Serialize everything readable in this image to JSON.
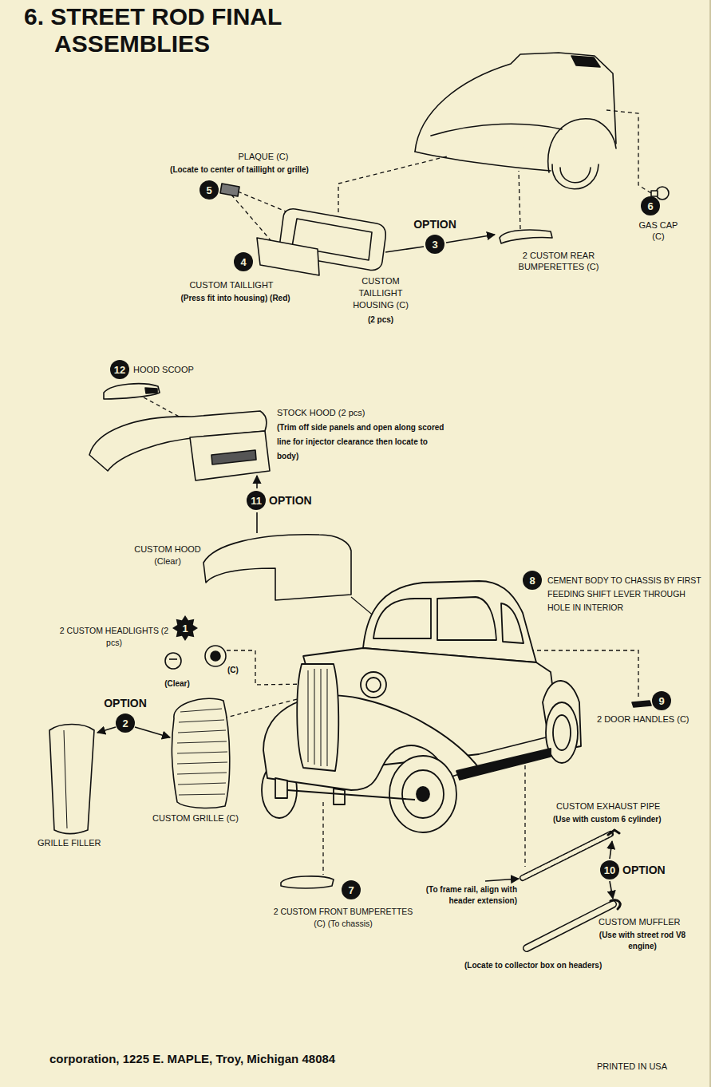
{
  "diagram": {
    "title": "6. STREET ROD FINAL ASSEMBLIES",
    "nodes": [
      {
        "text": [
          "5"
        ]
      },
      {
        "text": [
          "6"
        ]
      },
      {
        "text": [
          "3"
        ]
      },
      {
        "text": [
          "4"
        ]
      },
      {
        "text": [
          "12"
        ]
      },
      {
        "text": [
          "11"
        ]
      },
      {
        "text": [
          "8"
        ]
      },
      {
        "text": [
          "1"
        ]
      },
      {
        "text": [
          "9"
        ]
      },
      {
        "text": [
          "2"
        ]
      },
      {
        "text": [
          "10"
        ]
      },
      {
        "text": [
          "7"
        ]
      }
    ],
    "labels": [
      "PLAQUE (C)",
      "(Locate to center of taillight or grille)",
      "OPTION",
      "GAS CAP (C)",
      "2 CUSTOM REAR BUMPERETTES (C)",
      "CUSTOM TAILLIGHT",
      "(Press fit into housing) (Red)",
      "CUSTOM TAILLIGHT HOUSING (C)",
      "(2 pcs)",
      "HOOD SCOOP",
      "STOCK HOOD (2 pcs)",
      "(Trim off side panels and open along scored line for injector clearance then locate to body)",
      "OPTION",
      "CUSTOM HOOD (Clear)",
      "CEMENT BODY TO CHASSIS BY FIRST FEEDING SHIFT LEVER THROUGH HOLE IN INTERIOR",
      "2 CUSTOM HEADLIGHTS (2 pcs)",
      "(C)",
      "(Clear)",
      "OPTION",
      "2 DOOR HANDLES (C)",
      "CUSTOM GRILLE (C)",
      "GRILLE FILLER",
      "CUSTOM EXHAUST PIPE",
      "(Use with custom 6 cylinder)",
      "OPTION",
      "(To frame rail, align with header extension)",
      "2 CUSTOM FRONT BUMPERETTES (C) (To chassis)",
      "CUSTOM MUFFLER",
      "(Use with street rod V8 engine)",
      "(Locate to collector box on headers)",
      "corporation, 1225 E. MAPLE, Troy, Michigan 48084",
      "PRINTED IN USA"
    ]
  }
}
